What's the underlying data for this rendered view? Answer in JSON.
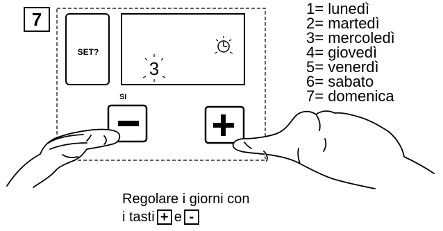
{
  "step": {
    "number": "7"
  },
  "panel": {
    "set_label": "SET?",
    "si_label": "SI",
    "display_digit": "3"
  },
  "legend": {
    "items": [
      "1= lunedì",
      "2= martedì",
      "3= mercoledì",
      "4= giovedì",
      "5= venerdì",
      "6= sabato",
      "7= domenica"
    ]
  },
  "caption": {
    "line1": "Regolare i giorni con",
    "line2_prefix": "i tasti",
    "plus_key": "+",
    "conjunction": "e",
    "minus_key": "-"
  },
  "colors": {
    "ink": "#000000",
    "paper": "#ffffff"
  },
  "icons": [
    "clock-icon",
    "plus-button-icon",
    "minus-button-icon",
    "pointing-hand-icon"
  ]
}
